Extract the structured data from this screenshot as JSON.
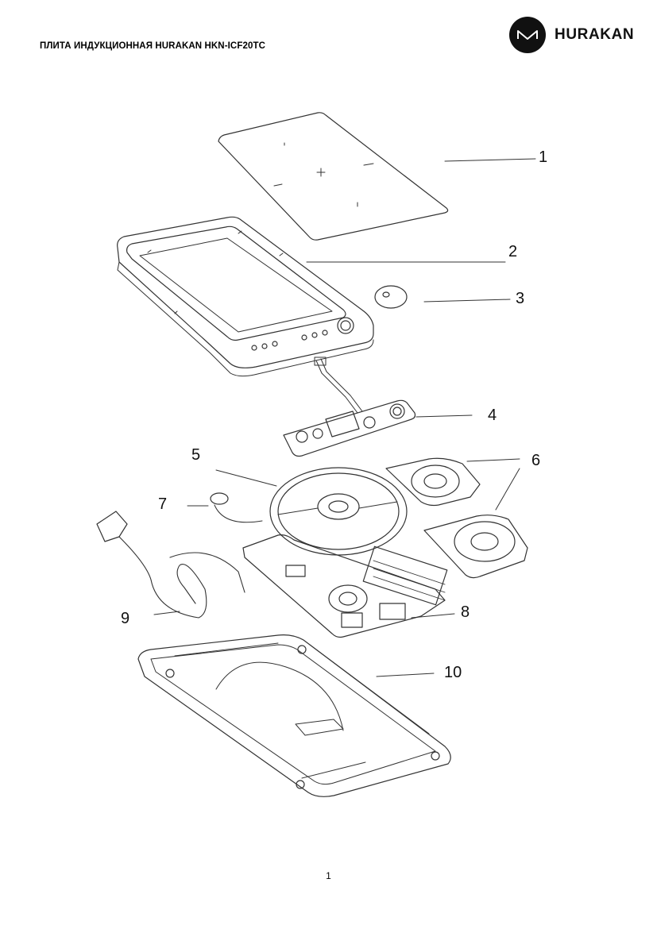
{
  "header": {
    "title": "ПЛИТА ИНДУКЦИОННАЯ HURAKAN HKN-ICF20TC",
    "brand": "HURAKAN",
    "logo_icon": "wave-logo-icon"
  },
  "callouts": [
    "1",
    "2",
    "3",
    "4",
    "5",
    "6",
    "7",
    "8",
    "9",
    "10"
  ],
  "footer": {
    "page_number": "1"
  }
}
